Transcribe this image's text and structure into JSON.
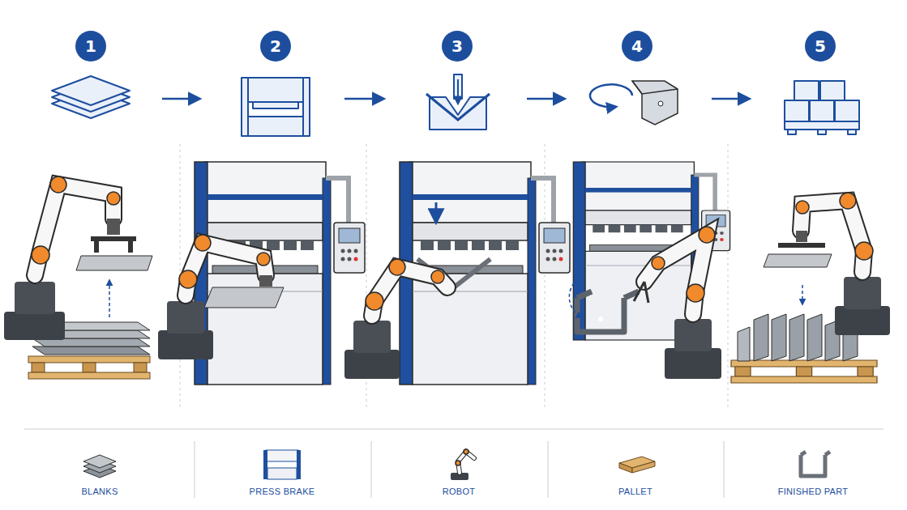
{
  "diagram": {
    "nodes": [
      {
        "text": [
          "1"
        ]
      },
      {
        "text": [
          "2"
        ]
      },
      {
        "text": [
          "3"
        ]
      },
      {
        "text": [
          "4"
        ]
      },
      {
        "text": [
          "5"
        ]
      }
    ],
    "legend": [
      {
        "text": "BLANKS"
      },
      {
        "text": "PRESS BRAKE"
      },
      {
        "text": "ROBOT"
      },
      {
        "text": "PALLET"
      },
      {
        "text": "FINISHED PART"
      }
    ]
  }
}
